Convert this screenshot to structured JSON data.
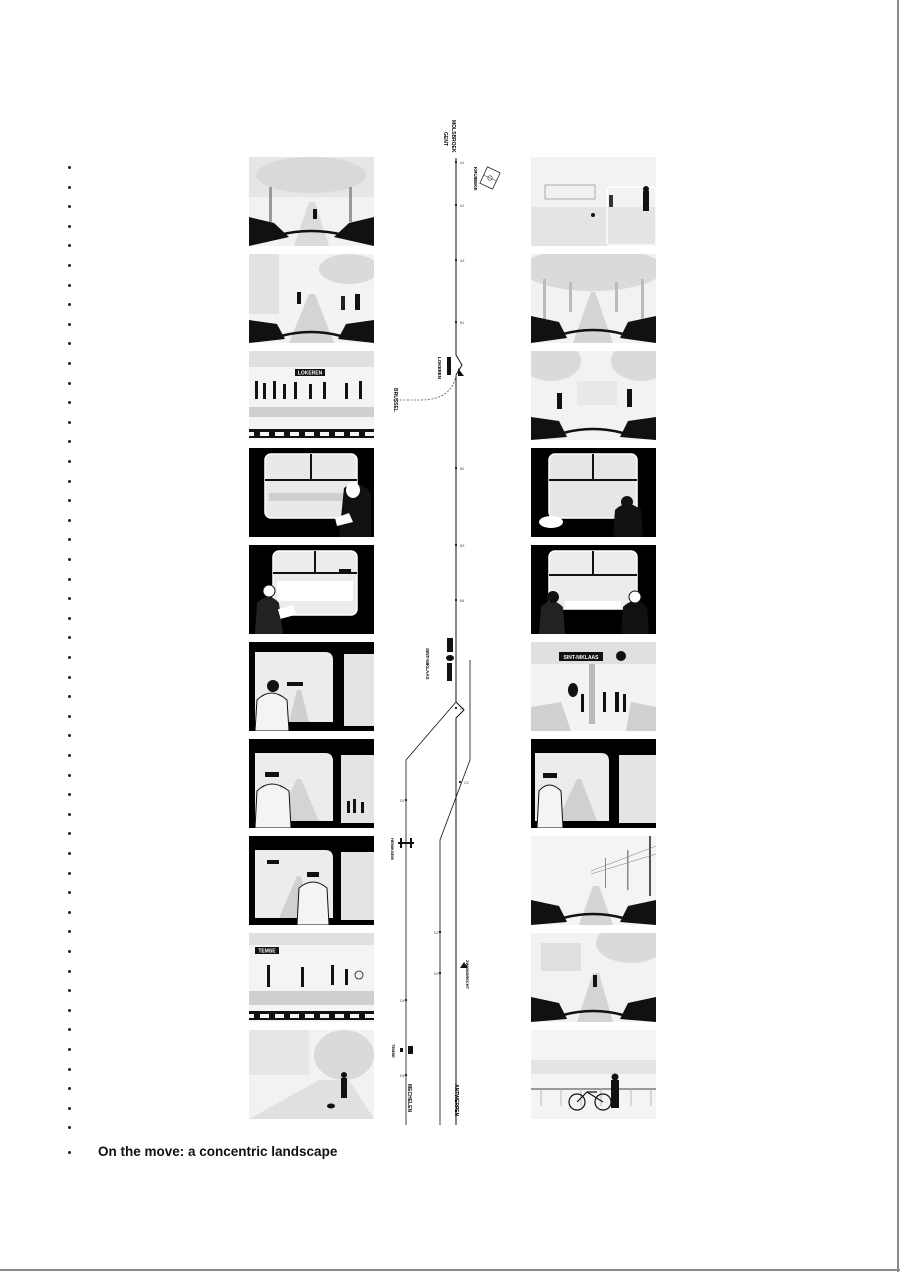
{
  "caption": "On the move: a concentric landscape",
  "route": {
    "cities": {
      "top": "GENT",
      "top_sub": "MOLSBROEK",
      "bottom_left": "MECHELEN",
      "bottom_right": "ANTWERPEN",
      "branch": "BRUSSEL"
    },
    "stations": [
      {
        "label": "LOKEREN"
      },
      {
        "label": "SINT-NIKLAAS"
      },
      {
        "label": "HEMIKSEM"
      },
      {
        "label": "TEMSE"
      },
      {
        "label": "KRUIBEKE"
      },
      {
        "label": "ZWIJNDRECHT"
      }
    ]
  },
  "panels": {
    "left": [
      {
        "scene": "cycling-path-trees"
      },
      {
        "scene": "cycling-street-people"
      },
      {
        "scene": "platform-lokeren",
        "sign": "LOKEREN"
      },
      {
        "scene": "train-window-passenger"
      },
      {
        "scene": "train-window-reader"
      },
      {
        "scene": "cab-view-driver"
      },
      {
        "scene": "cab-view-station"
      },
      {
        "scene": "cab-view-rails"
      },
      {
        "scene": "platform-temse",
        "sign": "TEMSE"
      },
      {
        "scene": "park-path-walker-dog"
      }
    ],
    "right": [
      {
        "scene": "football-field"
      },
      {
        "scene": "cycling-tree-tunnel"
      },
      {
        "scene": "cycling-square"
      },
      {
        "scene": "train-window-woman"
      },
      {
        "scene": "train-window-couple"
      },
      {
        "scene": "platform-sint-niklaas",
        "sign": "SINT-NIKLAAS"
      },
      {
        "scene": "cab-view-rails-right"
      },
      {
        "scene": "cycling-rail-catenary"
      },
      {
        "scene": "cycling-riverside"
      },
      {
        "scene": "bridge-cyclist"
      }
    ]
  },
  "colors": {
    "ink": "#111111",
    "paper": "#ffffff",
    "light": "#e8e8e8",
    "mid": "#bdbdbd"
  }
}
